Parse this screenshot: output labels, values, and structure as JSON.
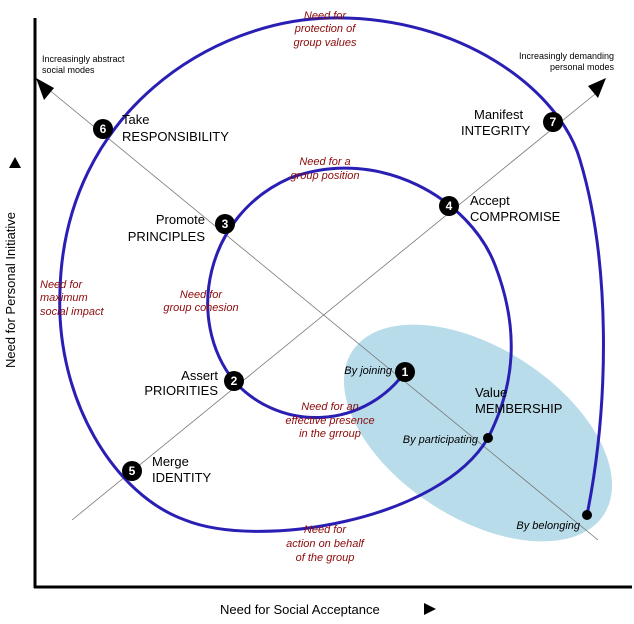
{
  "axes": {
    "x_label": "Need for Social Acceptance",
    "y_label": "Need for Personal Initiative",
    "diag_left_label": [
      "Increasingly abstract",
      "social modes"
    ],
    "diag_right_label": [
      "Increasingly demanding",
      "personal modes"
    ]
  },
  "nodes": [
    {
      "num": "1",
      "line1": "Value",
      "line2": "MEMBERSHIP"
    },
    {
      "num": "2",
      "line1": "Assert",
      "line2": "PRIORITIES"
    },
    {
      "num": "3",
      "line1": "Promote",
      "line2": "PRINCIPLES"
    },
    {
      "num": "4",
      "line1": "Accept",
      "line2": "COMPROMISE"
    },
    {
      "num": "5",
      "line1": "Merge",
      "line2": "IDENTITY"
    },
    {
      "num": "6",
      "line1": "Take",
      "line2": "RESPONSIBILITY"
    },
    {
      "num": "7",
      "line1": "Manifest",
      "line2": "INTEGRITY"
    }
  ],
  "needs": {
    "protection": [
      "Need for",
      "protection of",
      "group values"
    ],
    "position": [
      "Need for a",
      "group position"
    ],
    "cohesion": [
      "Need for",
      "group cohesion"
    ],
    "impact": [
      "Need for",
      "maximum",
      "social impact"
    ],
    "presence": [
      "Need for an",
      "effective presence",
      "in the grroup"
    ],
    "action": [
      "Need for",
      "action on behalf",
      "of the group"
    ]
  },
  "participation": {
    "joining": "By joining",
    "participating": "By participating",
    "belonging": "By belonging"
  },
  "colors": {
    "spiral": "#2a1fb4",
    "ellipse": "#b8dcea",
    "need_text": "#8b0a0a"
  }
}
